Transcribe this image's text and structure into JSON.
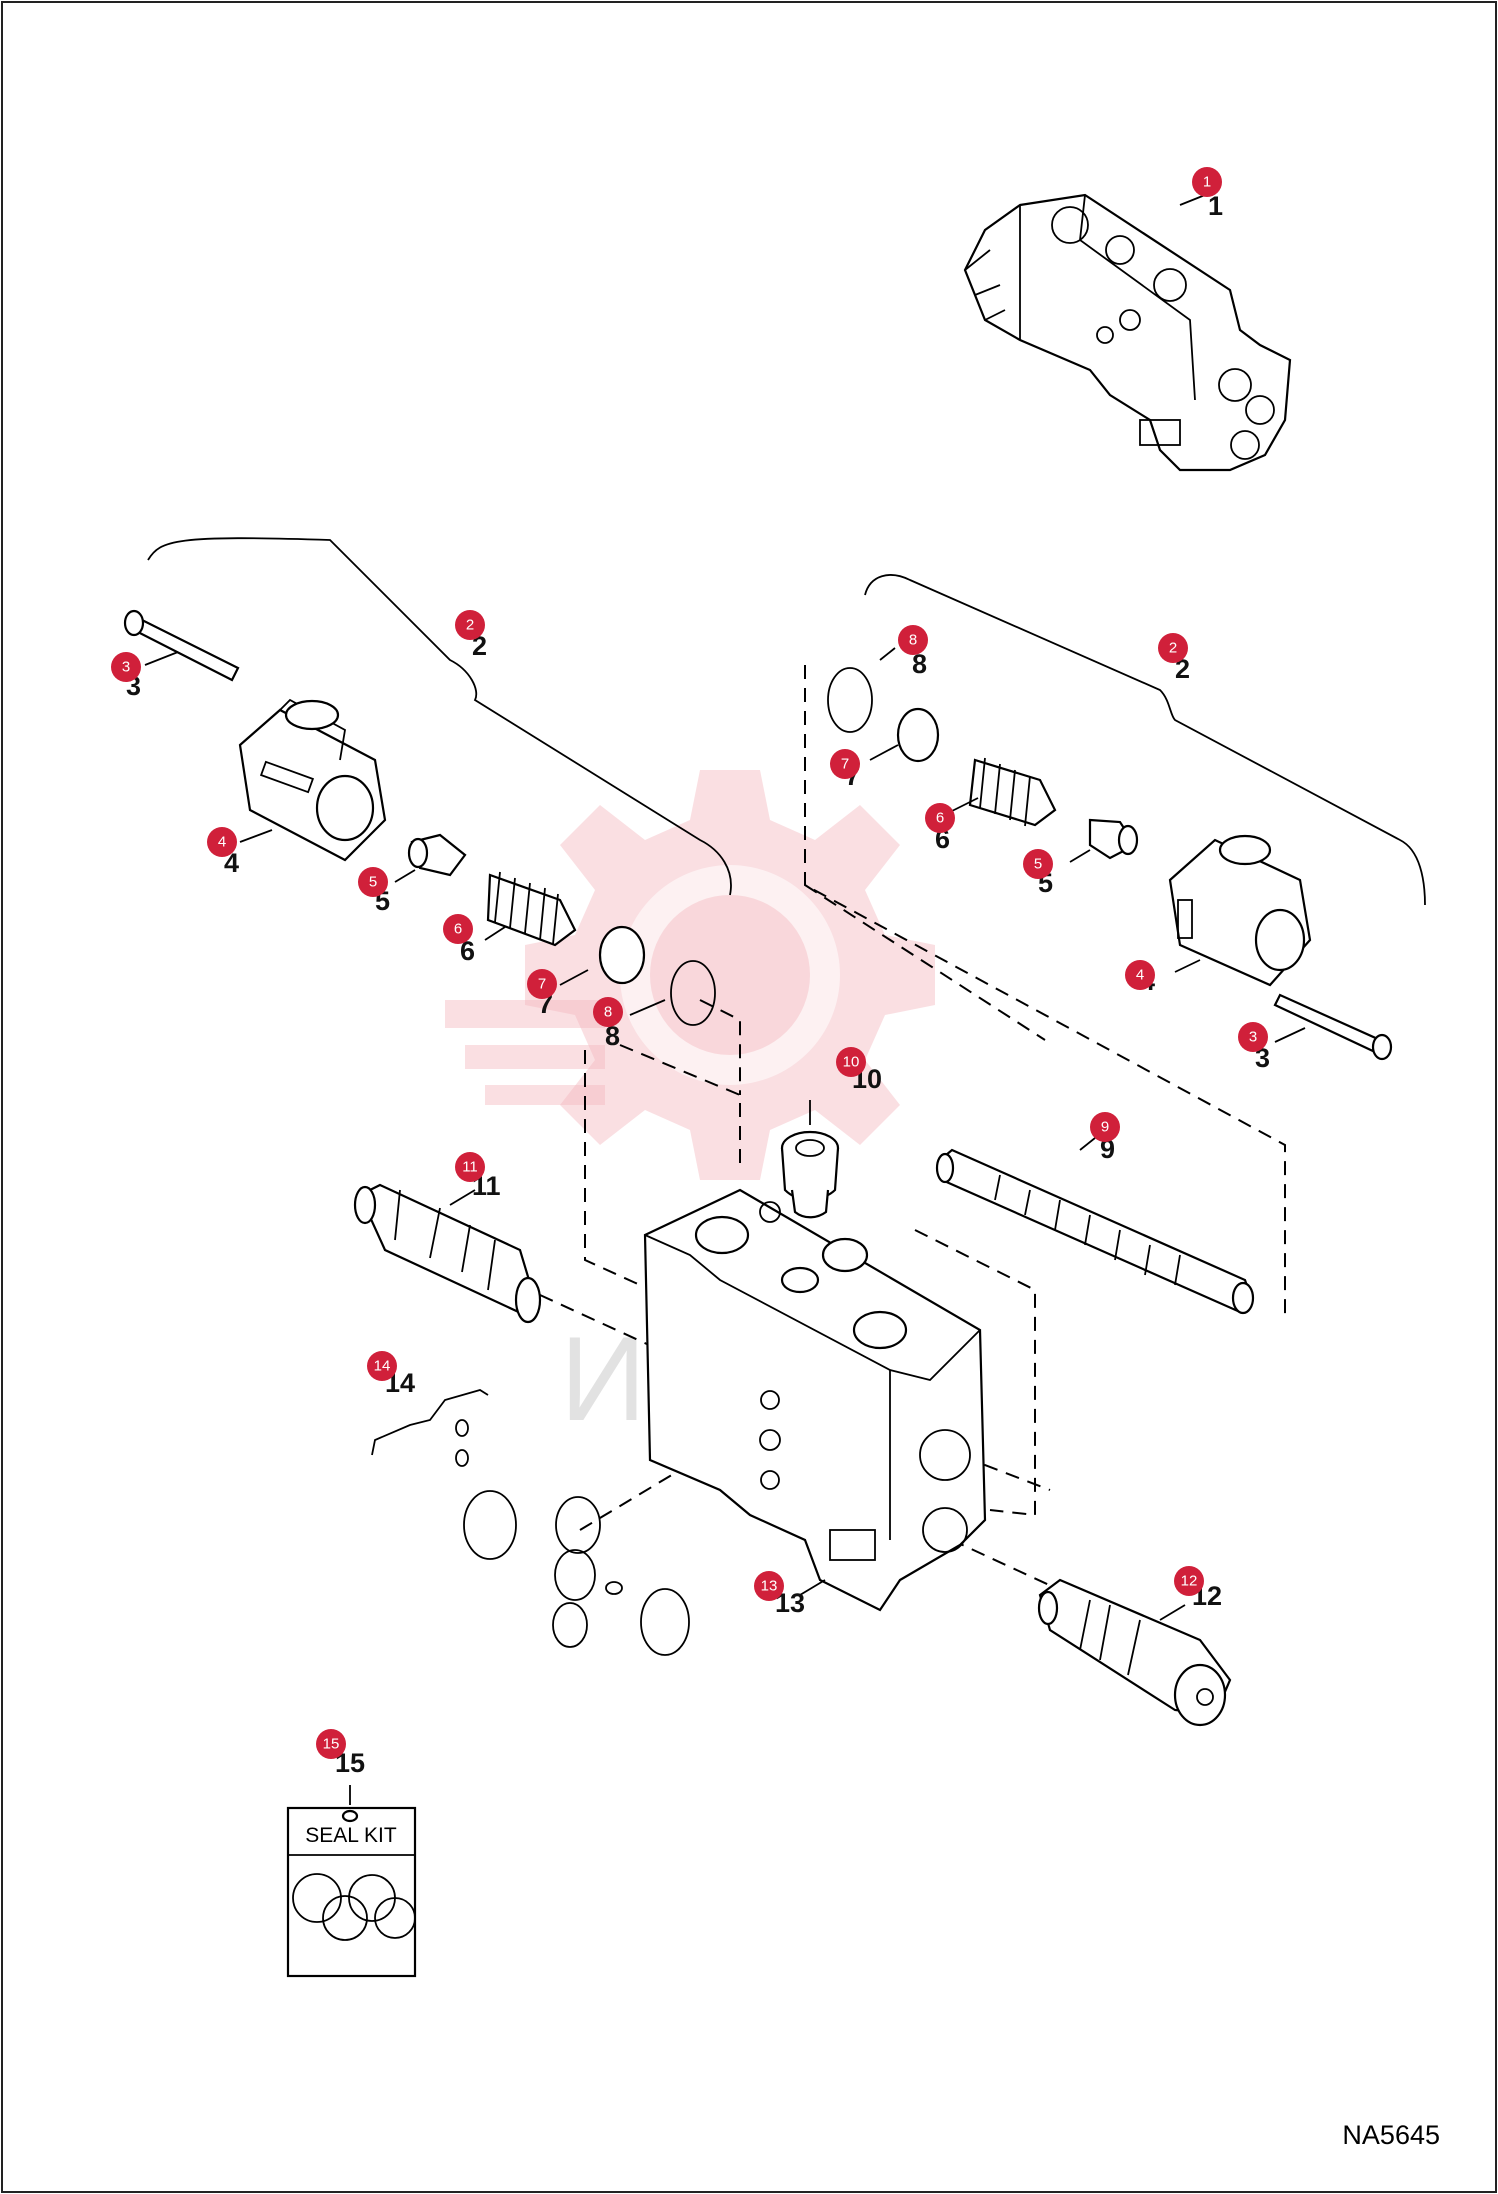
{
  "diagram": {
    "document_id": "NA5645",
    "watermark_text": "ИНТЕХ",
    "seal_kit_label": "SEAL KIT",
    "callouts": [
      {
        "id": "c1",
        "number": "1"
      },
      {
        "id": "c2a",
        "number": "2"
      },
      {
        "id": "c2b",
        "number": "2"
      },
      {
        "id": "c3a",
        "number": "3"
      },
      {
        "id": "c3b",
        "number": "3"
      },
      {
        "id": "c4a",
        "number": "4"
      },
      {
        "id": "c4b",
        "number": "4"
      },
      {
        "id": "c5a",
        "number": "5"
      },
      {
        "id": "c5b",
        "number": "5"
      },
      {
        "id": "c6a",
        "number": "6"
      },
      {
        "id": "c6b",
        "number": "6"
      },
      {
        "id": "c7a",
        "number": "7"
      },
      {
        "id": "c7b",
        "number": "7"
      },
      {
        "id": "c8a",
        "number": "8"
      },
      {
        "id": "c8b",
        "number": "8"
      },
      {
        "id": "c9",
        "number": "9"
      },
      {
        "id": "c10",
        "number": "10"
      },
      {
        "id": "c11",
        "number": "11"
      },
      {
        "id": "c12",
        "number": "12"
      },
      {
        "id": "c13",
        "number": "13"
      },
      {
        "id": "c14",
        "number": "14"
      },
      {
        "id": "c15",
        "number": "15"
      }
    ]
  }
}
